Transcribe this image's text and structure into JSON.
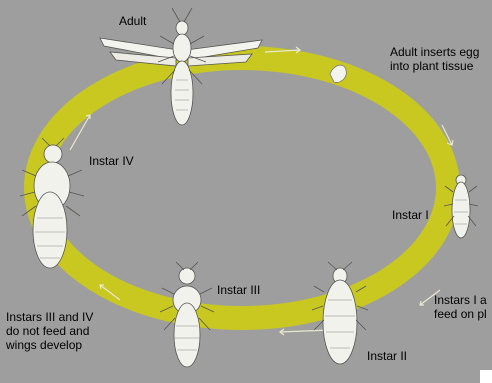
{
  "labels": {
    "adult": "Adult",
    "adult_inserts": "Adult inserts egg\ninto plant tissue",
    "instar_1": "Instar I",
    "instar_2": "Instar II",
    "instar_3": "Instar III",
    "instar_4": "Instar IV",
    "instars_1_2": "Instars I a\nfeed on pl",
    "instars_3_4": "Instars III and IV\ndo not feed and\nwings develop"
  },
  "colors": {
    "background": "#9e9e9e",
    "cycle_ring": "#c8c821",
    "insect_body": "#f2f2ec",
    "insect_outline": "#555555"
  }
}
